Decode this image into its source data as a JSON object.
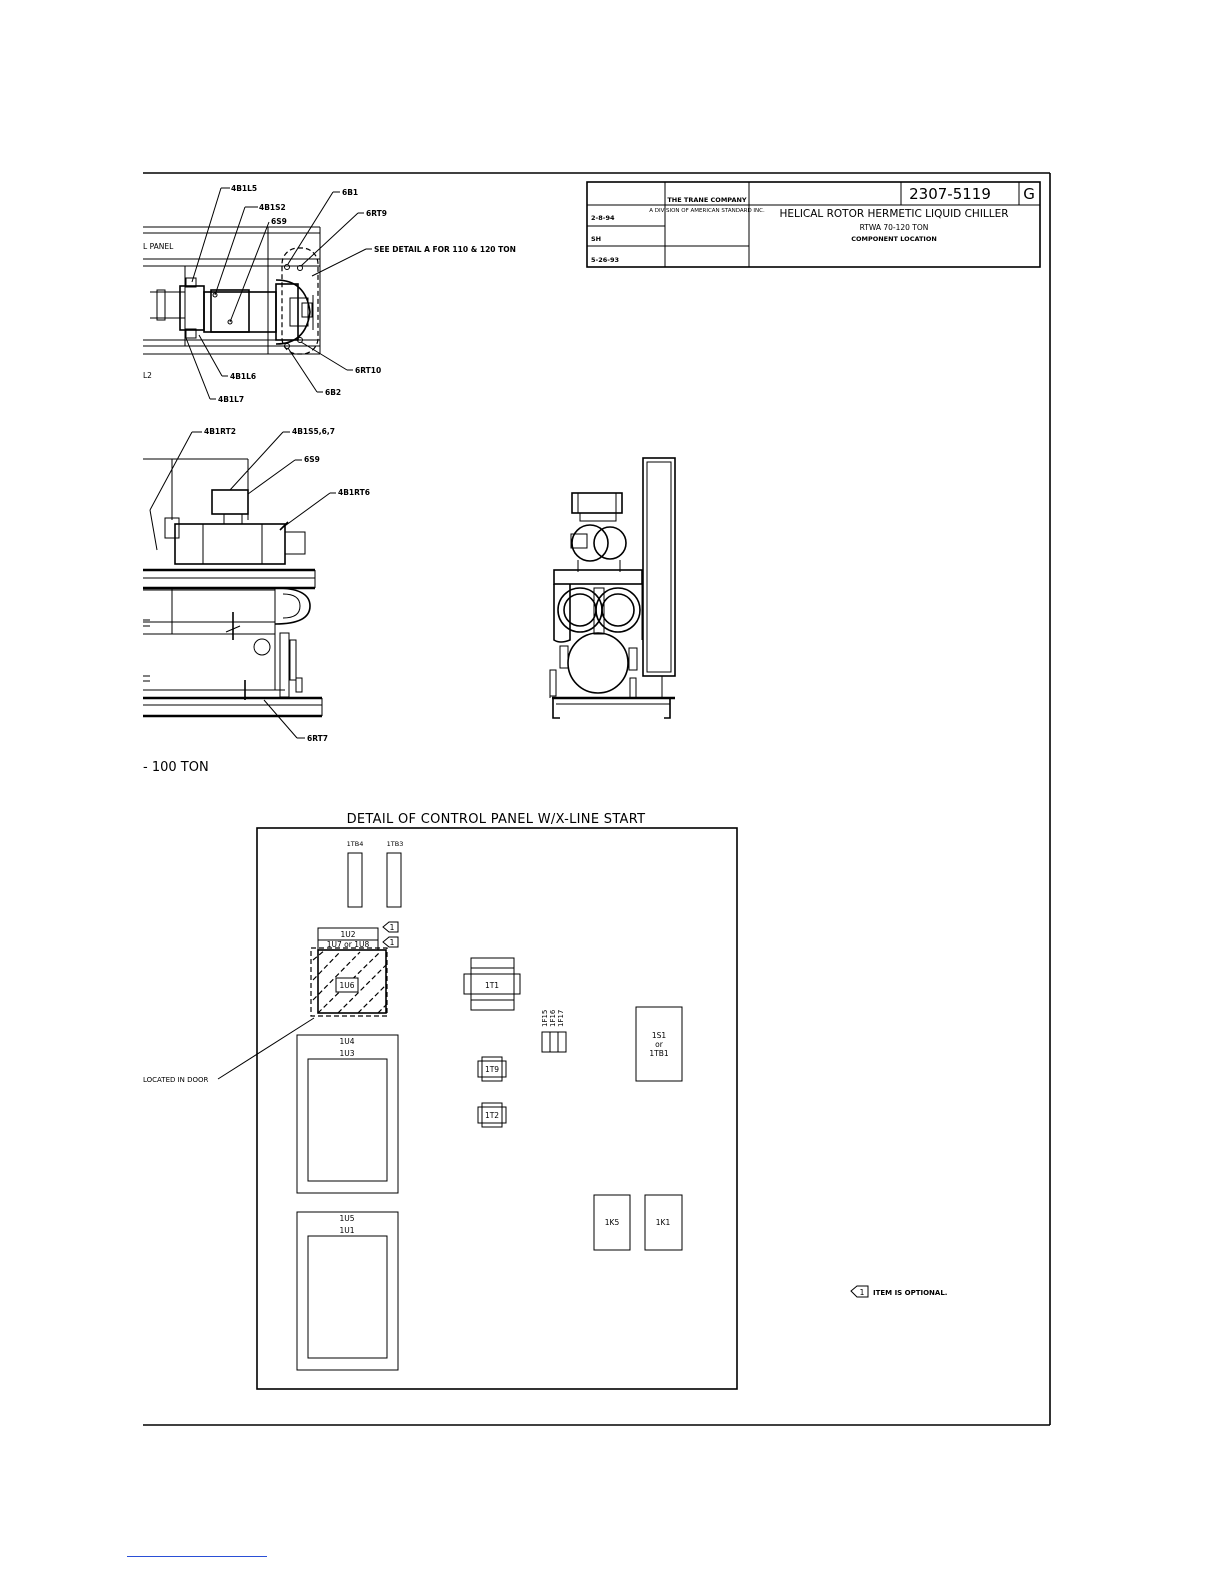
{
  "title_block": {
    "company": "THE TRANE COMPANY",
    "division": "A DIVISION OF AMERICAN STANDARD INC.",
    "drawing_number": "2307-5119",
    "revision": "G",
    "date_1": "2-8-94",
    "drawn_by": "SH",
    "date_2": "5-26-93",
    "title": "HELICAL ROTOR HERMETIC LIQUID CHILLER",
    "model": "RTWA 70-120 TON",
    "subtitle": "COMPONENT LOCATION"
  },
  "top_view": {
    "panel_label": "L PANEL",
    "left_label": "L2",
    "callouts": {
      "c4b1l5": "4B1L5",
      "c4b1s2": "4B1S2",
      "c6s9": "6S9",
      "c6b1": "6B1",
      "c6rt9": "6RT9",
      "detail_note": "SEE DETAIL A FOR 110 & 120 TON",
      "c6rt10": "6RT10",
      "c4b1l6": "4B1L6",
      "c4b1l7": "4B1L7",
      "c6b2": "6B2"
    }
  },
  "side_view": {
    "callouts": {
      "c4b1rt2": "4B1RT2",
      "c4b1s567": "4B1S5,6,7",
      "c6s9": "6S9",
      "c4b1rt6": "4B1RT6",
      "c6rt7": "6RT7"
    },
    "caption": "- 100 TON"
  },
  "control_panel": {
    "title": "DETAIL OF CONTROL PANEL W/X-LINE START",
    "door_note": "LOCATED IN DOOR",
    "optional_marker": "1",
    "components": {
      "tb4": "1TB4",
      "tb3": "1TB3",
      "u2": "1U2",
      "u7u8": "1U7 or 1U8",
      "u6": "1U6",
      "t1": "1T1",
      "f15": "1F15",
      "f16": "1F16",
      "f17": "1F17",
      "s1_line1": "1S1",
      "s1_line2": "or",
      "s1_line3": "1TB1",
      "t9": "1T9",
      "t2": "1T2",
      "u4": "1U4",
      "u3": "1U3",
      "u5": "1U5",
      "u1": "1U1",
      "k5": "1K5",
      "k1": "1K1"
    }
  },
  "legend": {
    "marker": "1",
    "text": "ITEM IS OPTIONAL."
  }
}
